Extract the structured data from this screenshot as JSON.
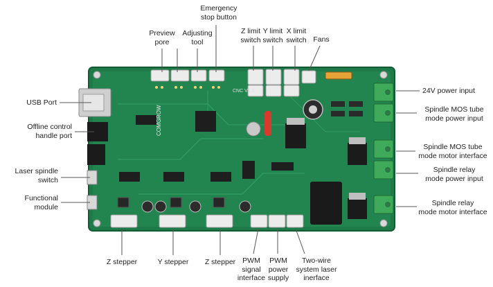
{
  "labels": {
    "preview_pore": [
      "Preview",
      "pore"
    ],
    "adjusting_tool": [
      "Adjusting",
      "tool"
    ],
    "emergency_stop": [
      "Emergency",
      "stop button"
    ],
    "z_limit": [
      "Z limit",
      "switch"
    ],
    "y_limit": [
      "Y limit",
      "switch"
    ],
    "x_limit": [
      "X limit",
      "switch"
    ],
    "fans": [
      "Fans"
    ],
    "usb_port": [
      "USB Port"
    ],
    "offline_control": [
      "Offline control",
      "handle port"
    ],
    "laser_spindle_switch": [
      "Laser spindle",
      "switch"
    ],
    "functional_module": [
      "Functional",
      "module"
    ],
    "power_24v": [
      "24V power input"
    ],
    "spindle_mos_power": [
      "Spindle MOS tube",
      "mode power input"
    ],
    "spindle_mos_motor": [
      "Spindle MOS tube",
      "mode motor interface"
    ],
    "spindle_relay_power": [
      "Spindle relay",
      "mode power input"
    ],
    "spindle_relay_motor": [
      "Spindle relay",
      "mode motor interface"
    ],
    "z_stepper_1": [
      "Z stepper"
    ],
    "y_stepper": [
      "Y stepper"
    ],
    "z_stepper_2": [
      "Z stepper"
    ],
    "pwm_signal": [
      "PWM",
      "signal",
      "interface"
    ],
    "pwm_power": [
      "PWM",
      "power",
      "supply"
    ],
    "two_wire": [
      "Two-wire",
      "system laser",
      "inerface"
    ]
  },
  "board_silkscreen": {
    "cnc_text": "CNC V1.2",
    "brand_text": "COMGROW"
  },
  "colors": {
    "pcb": "#1f7a4a",
    "pcb_dark": "#145c36",
    "terminal_green": "#3faa5a",
    "connector_white": "#ececec",
    "leader_line": "#555555"
  }
}
